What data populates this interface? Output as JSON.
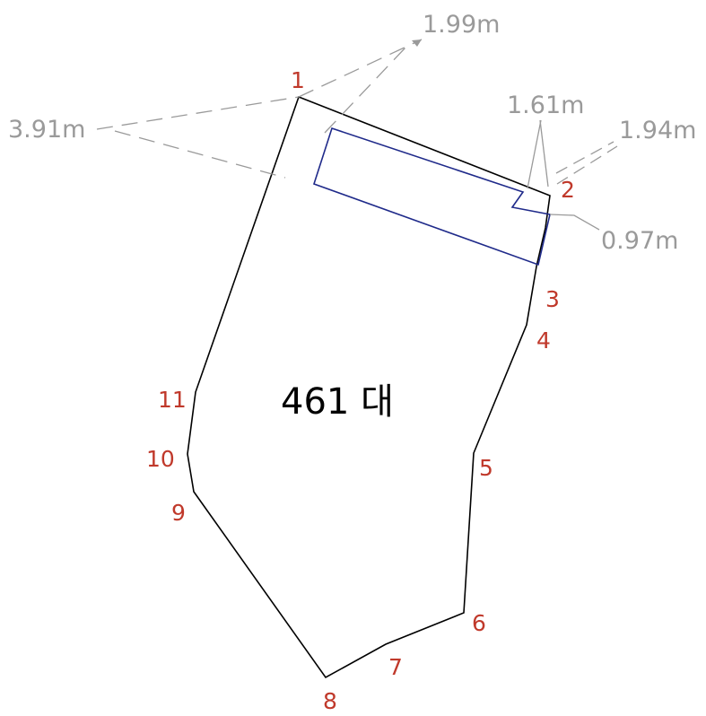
{
  "parcel": {
    "label": "461 대"
  },
  "vertices": [
    {
      "label": "1"
    },
    {
      "label": "2"
    },
    {
      "label": "3"
    },
    {
      "label": "4"
    },
    {
      "label": "5"
    },
    {
      "label": "6"
    },
    {
      "label": "7"
    },
    {
      "label": "8"
    },
    {
      "label": "9"
    },
    {
      "label": "10"
    },
    {
      "label": "11"
    }
  ],
  "dimensions": [
    {
      "label": "3.91m"
    },
    {
      "label": "1.99m"
    },
    {
      "label": "1.61m"
    },
    {
      "label": "1.94m"
    },
    {
      "label": "0.97m"
    }
  ],
  "colors": {
    "boundary": "#000000",
    "vertex_label": "#c0392b",
    "building": "#1f2a8a",
    "dimension": "#9a9a9a"
  }
}
